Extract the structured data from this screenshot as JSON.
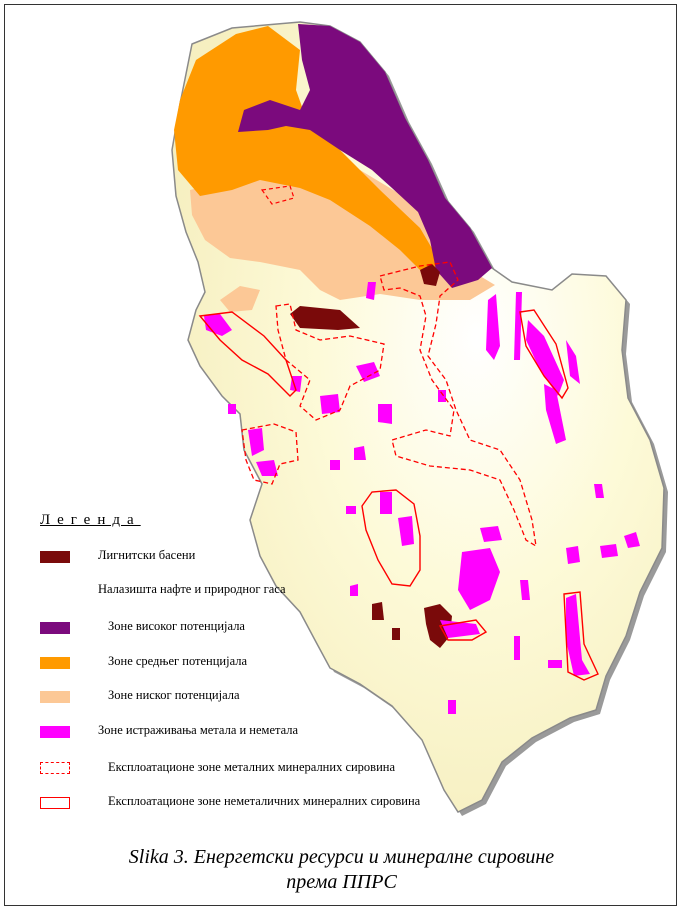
{
  "legend": {
    "title": "Легенда",
    "items": [
      {
        "label": "Лигнитски басени",
        "color": "#7a0a0a",
        "kind": "fill"
      },
      {
        "label": "Налазишта нафте и природног гаса",
        "color": "",
        "kind": "none"
      },
      {
        "label": "Зоне високог потенцијала",
        "color": "#7b0a7d",
        "kind": "fill"
      },
      {
        "label": "Зоне средњег потенцијала",
        "color": "#ff9a00",
        "kind": "fill"
      },
      {
        "label": "Зоне ниског потенцијала",
        "color": "#fcc896",
        "kind": "fill"
      },
      {
        "label": "Зоне истраживања метала и неметала",
        "color": "#ff00ff",
        "kind": "fill"
      },
      {
        "label": "Експлоатационе зоне металних минералних сировина",
        "color": "#ff0000",
        "kind": "dashed"
      },
      {
        "label": "Експлоатационе зоне неметаличних минералних сировина",
        "color": "#ff0000",
        "kind": "outline"
      }
    ]
  },
  "caption": {
    "line1": "Slika 3. Енергетски ресурси и минералне сировине",
    "line2": "према ППРС"
  },
  "colors": {
    "country_fill": "#fdfbd9",
    "border_shadow": "#9a9a9a"
  }
}
